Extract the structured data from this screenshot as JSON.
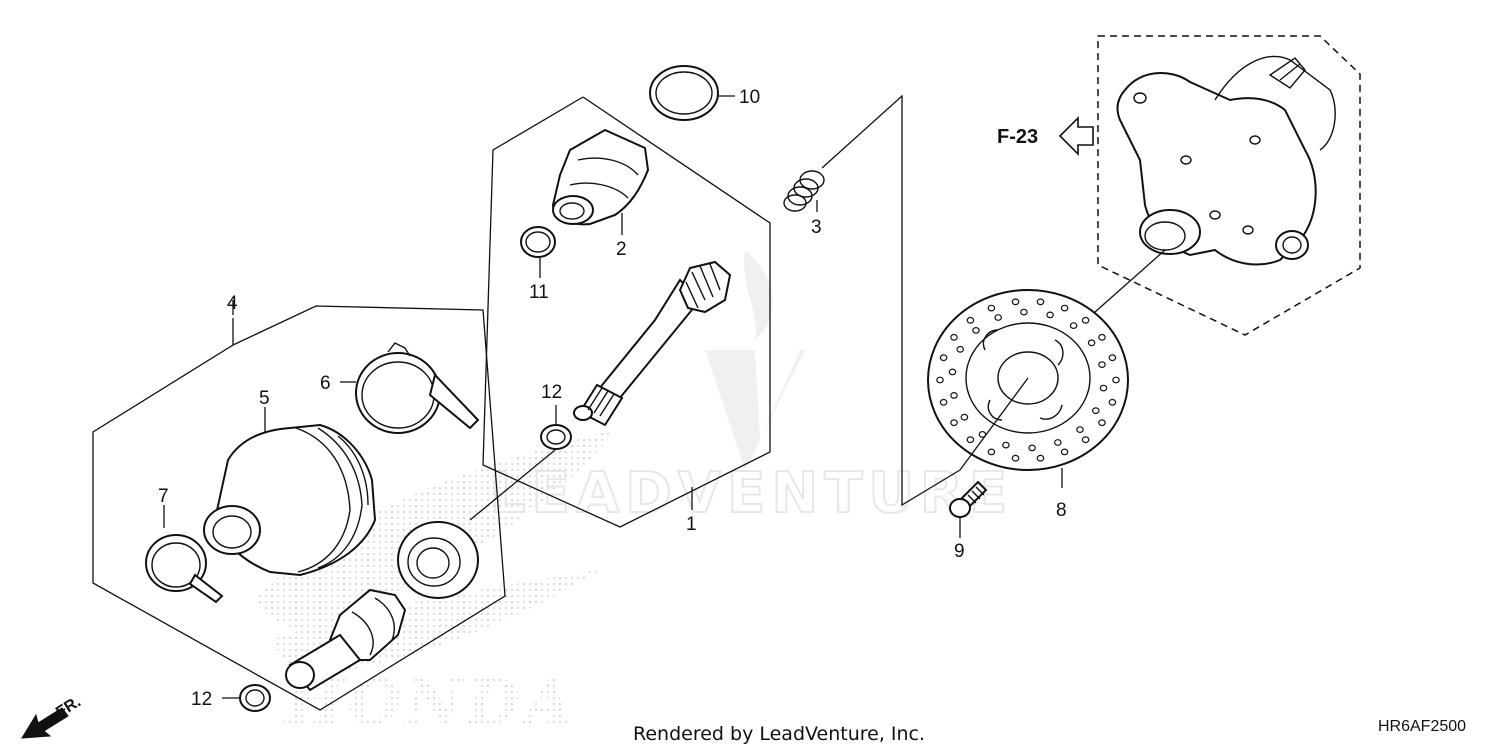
{
  "watermark": {
    "text": "LEADVENTURE",
    "brand": "HONDA"
  },
  "ref_label": "F-23",
  "fr_label": "FR.",
  "footer": "Rendered by LeadVenture, Inc.",
  "diagram_code": "HR6AF2500",
  "callouts": {
    "c1": "1",
    "c2": "2",
    "c3": "3",
    "c4": "4",
    "c5": "5",
    "c6": "6",
    "c7": "7",
    "c8": "8",
    "c9": "9",
    "c10": "10",
    "c11": "11",
    "c12a": "12",
    "c12b": "12"
  },
  "colors": {
    "line": "#111111",
    "watermark": "#e7e7e7",
    "stipple": "#d8d8d8"
  }
}
